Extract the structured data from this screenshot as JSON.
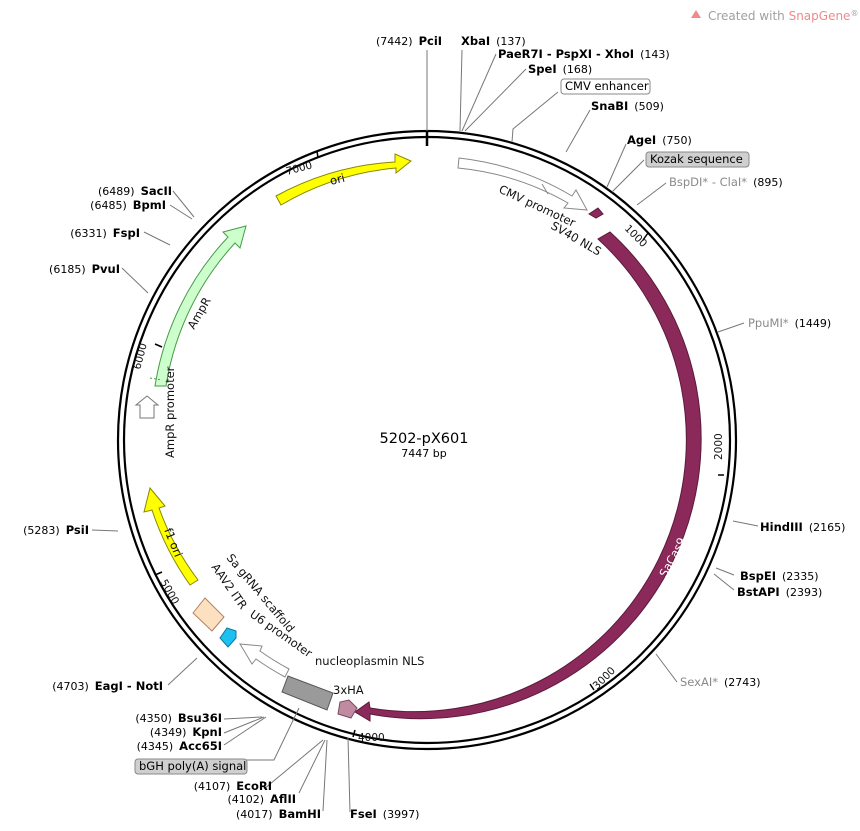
{
  "credit": {
    "prefix": "Created with ",
    "brand": "SnapGene",
    "mark": "®"
  },
  "map": {
    "name": "5202-pX601",
    "length_label": "7447 bp"
  },
  "ticks": [
    "1000",
    "2000",
    "3000",
    "4000",
    "5000",
    "6000",
    "7000"
  ],
  "features": {
    "cmv_enhancer": "CMV enhancer",
    "kozak": "Kozak sequence",
    "bgh": "bGH poly(A) signal",
    "ori": "ori",
    "cmv_promoter": "CMV promoter",
    "sv40": "SV40 NLS",
    "sacas9": "SaCas9",
    "ampr": "AmpR",
    "ampr_promoter": "AmpR promoter",
    "f1ori": "f1 ori",
    "sa_gRNA": "Sa gRNA scaffold",
    "aav2": "AAV2 ITR",
    "u6": "U6 promoter",
    "nucleoplasmin": "nucleoplasmin NLS",
    "ha": "3xHA"
  },
  "sites": {
    "pcii": {
      "pos": "(7442)",
      "name": "PciI"
    },
    "xbai": {
      "name": "XbaI",
      "pos": "(137)"
    },
    "paer7i": {
      "name": "PaeR7I - PspXI - XhoI",
      "pos": "(143)"
    },
    "spei": {
      "name": "SpeI",
      "pos": "(168)"
    },
    "snabi": {
      "name": "SnaBI",
      "pos": "(509)"
    },
    "agei": {
      "name": "AgeI",
      "pos": "(750)"
    },
    "bspdi": {
      "name": "BspDI* - ClaI*",
      "pos": "(895)"
    },
    "ppumi": {
      "name": "PpuMI*",
      "pos": "(1449)"
    },
    "hindiii": {
      "name": "HindIII",
      "pos": "(2165)"
    },
    "bspei": {
      "name": "BspEI",
      "pos": "(2335)"
    },
    "bstapi": {
      "name": "BstAPI",
      "pos": "(2393)"
    },
    "sexai": {
      "name": "SexAI*",
      "pos": "(2743)"
    },
    "fsei": {
      "name": "FseI",
      "pos": "(3997)"
    },
    "bamhi": {
      "pos": "(4017)",
      "name": "BamHI"
    },
    "aflii": {
      "pos": "(4102)",
      "name": "AflII"
    },
    "ecori": {
      "pos": "(4107)",
      "name": "EcoRI"
    },
    "acc65i": {
      "pos": "(4345)",
      "name": "Acc65I"
    },
    "kpni": {
      "pos": "(4349)",
      "name": "KpnI"
    },
    "bsu36i": {
      "pos": "(4350)",
      "name": "Bsu36I"
    },
    "eagi": {
      "pos": "(4703)",
      "name": "EagI - NotI"
    },
    "psii": {
      "pos": "(5283)",
      "name": "PsiI"
    },
    "pvui": {
      "pos": "(6185)",
      "name": "PvuI"
    },
    "fspi": {
      "pos": "(6331)",
      "name": "FspI"
    },
    "bpmi": {
      "pos": "(6485)",
      "name": "BpmI"
    },
    "sacii": {
      "pos": "(6489)",
      "name": "SacII"
    }
  },
  "colors": {
    "sacas9": "#8b2a5a",
    "ori": "#ffff00",
    "ampr": "#ccffcc",
    "f1ori": "#ffff00",
    "aav2": "#fde0c0",
    "gRNA": "#1ec0f0",
    "u6": "#ffffff",
    "nucleoplasmin": "#c08aa0",
    "ha": "#9a9a9a",
    "sv40": "#8b2a5a"
  }
}
